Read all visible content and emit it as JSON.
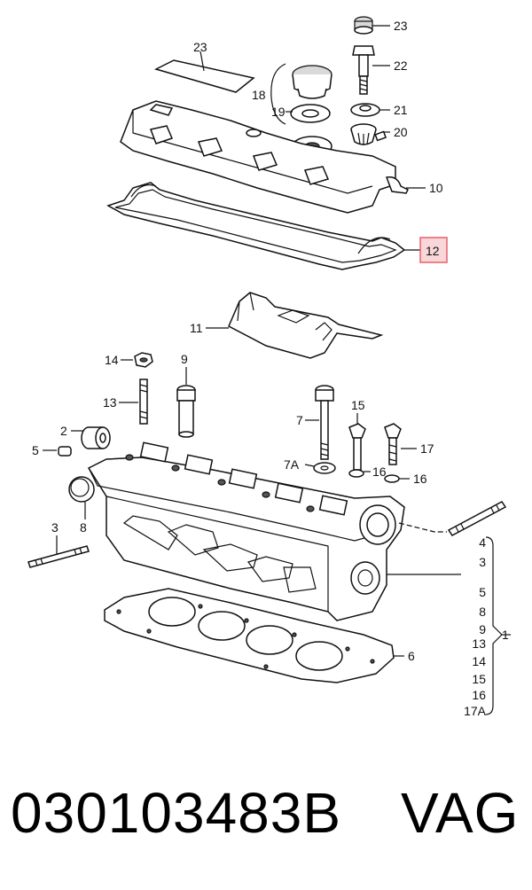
{
  "diagram": {
    "callouts": {
      "c23a": "23",
      "c23b": "23",
      "c22": "22",
      "c18": "18",
      "c19": "19",
      "c21": "21",
      "c20": "20",
      "c10": "10",
      "c12": "12",
      "c11": "11",
      "c14": "14",
      "c9": "9",
      "c13": "13",
      "c2": "2",
      "c5": "5",
      "c7": "7",
      "c15": "15",
      "c17": "17",
      "c7a": "7A",
      "c16a": "16",
      "c16b": "16",
      "c8": "8",
      "c3": "3",
      "c6": "6",
      "c1": "1"
    },
    "bracket_list": [
      "4",
      "3",
      "5",
      "8",
      "9",
      "13",
      "14",
      "15",
      "16",
      "17A"
    ],
    "highlight_color": "#e8606a",
    "highlight_fill": "#f9d6d8"
  },
  "footer": {
    "part_number": "030103483B",
    "brand": "VAG"
  }
}
